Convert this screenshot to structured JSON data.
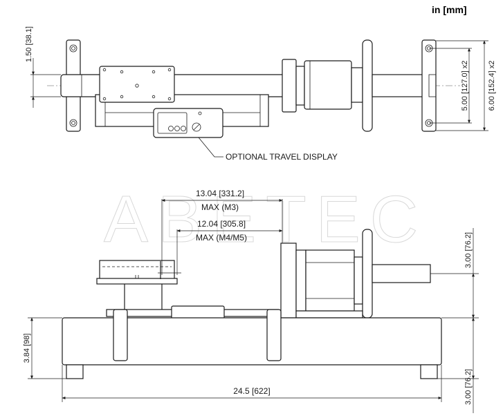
{
  "units_label": "in [mm]",
  "watermark": "ABETEC",
  "top_view": {
    "left_height_dim": "1.50 [38.1]",
    "inner_spacing_dim": "5.00 [127.0] x2",
    "outer_spacing_dim": "6.00 [152.4] x2",
    "callout": "OPTIONAL TRAVEL DISPLAY"
  },
  "side_view": {
    "travel_m3_value": "13.04 [331.2]",
    "travel_m3_label": "MAX (M3)",
    "travel_m4m5_value": "12.04 [305.8]",
    "travel_m4m5_label": "MAX (M4/M5)",
    "axis_height_dim": "3.00 [76.2]",
    "base_height_dim": "3.84 [98]",
    "foot_height_dim": "3.00 [76.2]",
    "overall_length_dim": "24.5 [622]"
  }
}
